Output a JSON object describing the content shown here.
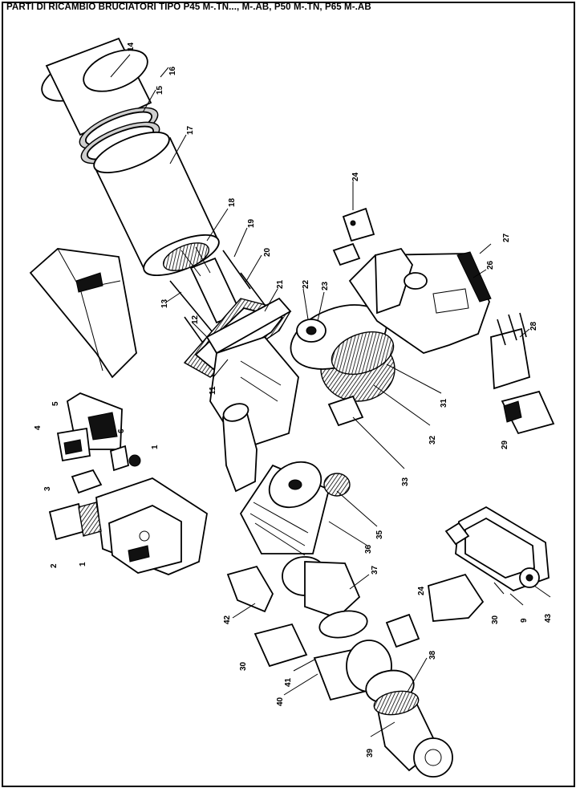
{
  "title": "PARTI DI RICAMBIO BRUCIATORI TIPO P45 M-.TN..., M-.AB, P50 M-.TN, P65 M-.AB",
  "callouts": [
    "1",
    "1",
    "2",
    "3",
    "4",
    "5",
    "6",
    "9",
    "11",
    "12",
    "13",
    "14",
    "15",
    "16",
    "17",
    "18",
    "19",
    "20",
    "21",
    "22",
    "23",
    "24",
    "24",
    "26",
    "27",
    "28",
    "29",
    "30",
    "30",
    "31",
    "32",
    "33",
    "35",
    "36",
    "37",
    "38",
    "39",
    "40",
    "41",
    "42",
    "43"
  ]
}
